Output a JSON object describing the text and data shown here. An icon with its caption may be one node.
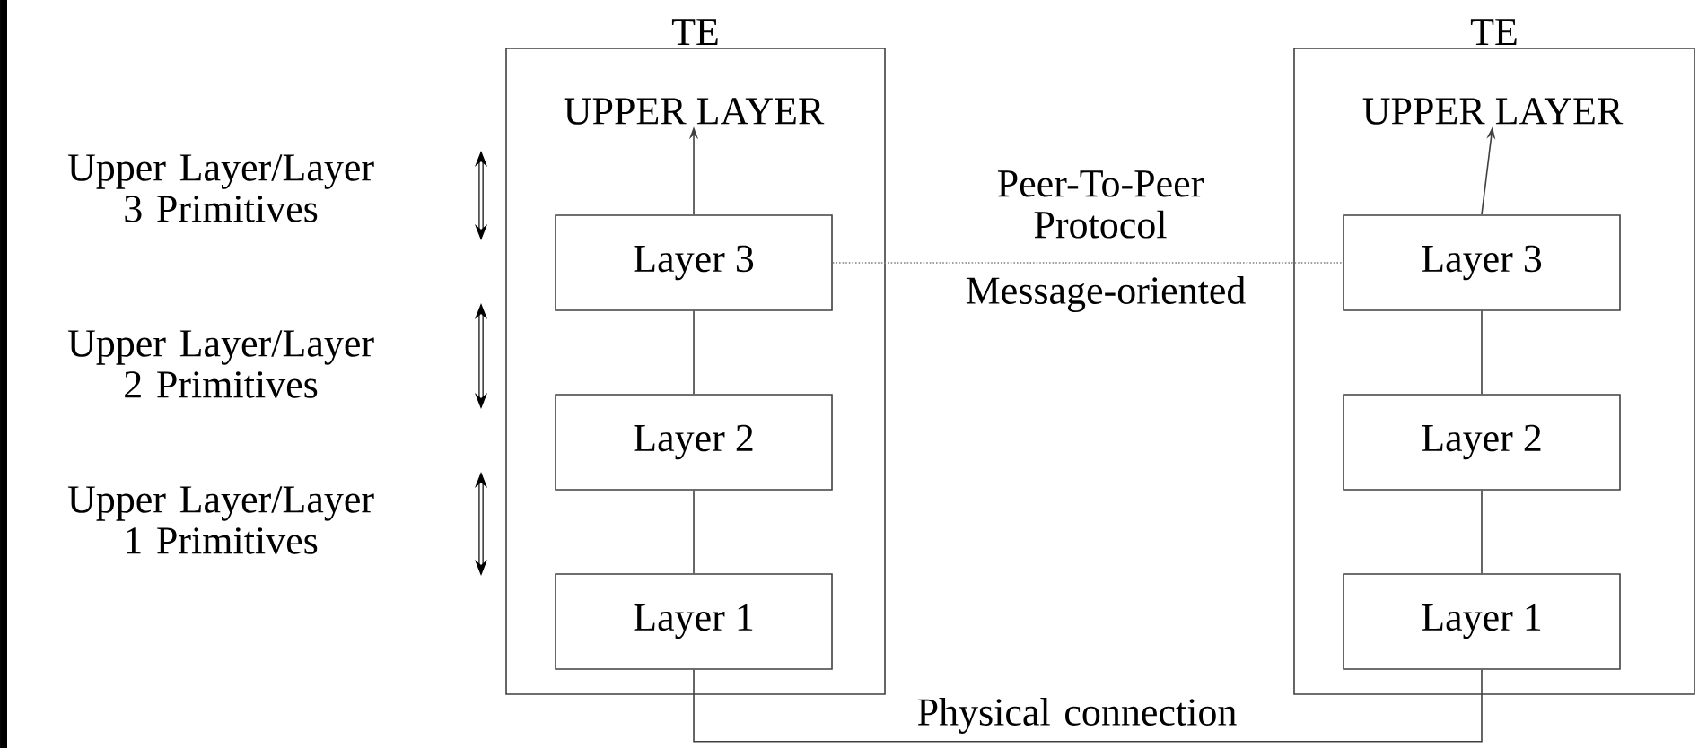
{
  "diagram": {
    "nodes": [
      {
        "text": [
          "TE"
        ]
      },
      {
        "text": [
          "UPPER LAYER"
        ],
        "in": 0
      },
      {
        "text": [
          "Layer 3"
        ],
        "in": 0
      },
      {
        "text": [
          "Layer 2"
        ],
        "in": 0
      },
      {
        "text": [
          "Layer 1"
        ],
        "in": 0
      },
      {
        "text": [
          "TE"
        ]
      },
      {
        "text": [
          "UPPER LAYER"
        ],
        "in": 5
      },
      {
        "text": [
          "Layer 3"
        ],
        "in": 5
      },
      {
        "text": [
          "Layer 2"
        ],
        "in": 5
      },
      {
        "text": [
          "Layer 1"
        ],
        "in": 5
      }
    ],
    "edges": [
      {
        "from": 2,
        "to": 1,
        "arrow": "to"
      },
      {
        "from": 2,
        "to": 3,
        "arrow": "none"
      },
      {
        "from": 3,
        "to": 4,
        "arrow": "none"
      },
      {
        "from": 7,
        "to": 6,
        "arrow": "to"
      },
      {
        "from": 7,
        "to": 8,
        "arrow": "none"
      },
      {
        "from": 8,
        "to": 9,
        "arrow": "none"
      },
      {
        "from": 2,
        "to": 7,
        "arrow": "none",
        "style": "dashed",
        "color": "#808080",
        "label": "Peer-To-Peer Protocol"
      },
      {
        "from": 4,
        "to": 9,
        "arrow": "none",
        "label": "Physical connection"
      }
    ],
    "labels": [
      "Upper Layer/Layer 3 Primitives",
      "Message-oriented",
      "Upper Layer/Layer 2 Primitives",
      "Upper Layer/Layer 1 Primitives"
    ]
  }
}
